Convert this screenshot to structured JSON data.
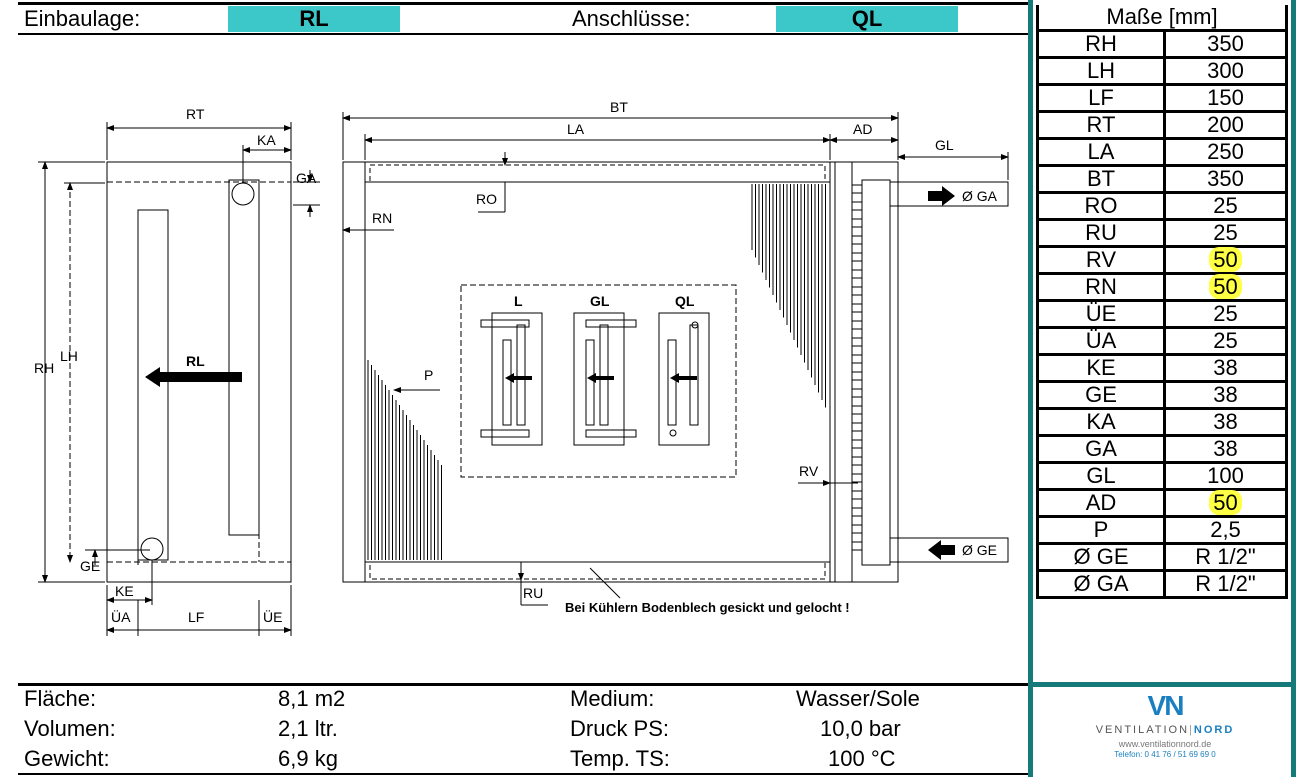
{
  "header": {
    "einbaulage_label": "Einbaulage:",
    "einbaulage_value": "RL",
    "anschluesse_label": "Anschlüsse:",
    "anschluesse_value": "QL"
  },
  "dimensions": {
    "title": "Maße [mm]",
    "rows": [
      {
        "key": "RH",
        "value": "350",
        "highlight": false
      },
      {
        "key": "LH",
        "value": "300",
        "highlight": false
      },
      {
        "key": "LF",
        "value": "150",
        "highlight": false
      },
      {
        "key": "RT",
        "value": "200",
        "highlight": false
      },
      {
        "key": "LA",
        "value": "250",
        "highlight": false
      },
      {
        "key": "BT",
        "value": "350",
        "highlight": false
      },
      {
        "key": "RO",
        "value": "25",
        "highlight": false
      },
      {
        "key": "RU",
        "value": "25",
        "highlight": false
      },
      {
        "key": "RV",
        "value": "50",
        "highlight": true
      },
      {
        "key": "RN",
        "value": "50",
        "highlight": true
      },
      {
        "key": "ÜE",
        "value": "25",
        "highlight": false
      },
      {
        "key": "ÜA",
        "value": "25",
        "highlight": false
      },
      {
        "key": "KE",
        "value": "38",
        "highlight": false
      },
      {
        "key": "GE",
        "value": "38",
        "highlight": false
      },
      {
        "key": "KA",
        "value": "38",
        "highlight": false
      },
      {
        "key": "GA",
        "value": "38",
        "highlight": false
      },
      {
        "key": "GL",
        "value": "100",
        "highlight": false
      },
      {
        "key": "AD",
        "value": "50",
        "highlight": true
      },
      {
        "key": "P",
        "value": "2,5",
        "highlight": false
      },
      {
        "key": "Ø GE",
        "value": "R 1/2\"",
        "highlight": false
      },
      {
        "key": "Ø GA",
        "value": "R 1/2\"",
        "highlight": false
      }
    ]
  },
  "drawing": {
    "labels": {
      "rt": "RT",
      "ka": "KA",
      "ga": "GA",
      "rh": "RH",
      "lh": "LH",
      "rl": "RL",
      "ge": "GE",
      "ke": "KE",
      "ua": "ÜA",
      "lf": "LF",
      "ue": "ÜE",
      "bt": "BT",
      "la": "LA",
      "ad": "AD",
      "gl": "GL",
      "ro": "RO",
      "rn": "RN",
      "p": "P",
      "rv": "RV",
      "ru": "RU",
      "oga": "Ø GA",
      "oge": "Ø GE",
      "inset_l": "L",
      "inset_gl": "GL",
      "inset_ql": "QL",
      "note": "Bei Kühlern Bodenblech gesickt und gelocht !"
    }
  },
  "specs": {
    "flaeche_label": "Fläche:",
    "flaeche_value": "8,1 m2",
    "volumen_label": "Volumen:",
    "volumen_value": "2,1 ltr.",
    "gewicht_label": "Gewicht:",
    "gewicht_value": "6,9 kg",
    "medium_label": "Medium:",
    "medium_value": "Wasser/Sole",
    "druck_label": "Druck PS:",
    "druck_value": "10,0 bar",
    "temp_label": "Temp. TS:",
    "temp_value": "100 °C"
  },
  "logo": {
    "mark": "VN",
    "brand_left": "VENTILATION",
    "brand_right": "NORD",
    "web": "www.ventilationnord.de",
    "phone": "Telefon: 0 41 76 / 51 69 69 0"
  },
  "colors": {
    "cyan": "#3cc8c8",
    "teal": "#167a7a",
    "highlight": "#ffff44",
    "logo_blue": "#1a7fc0"
  }
}
